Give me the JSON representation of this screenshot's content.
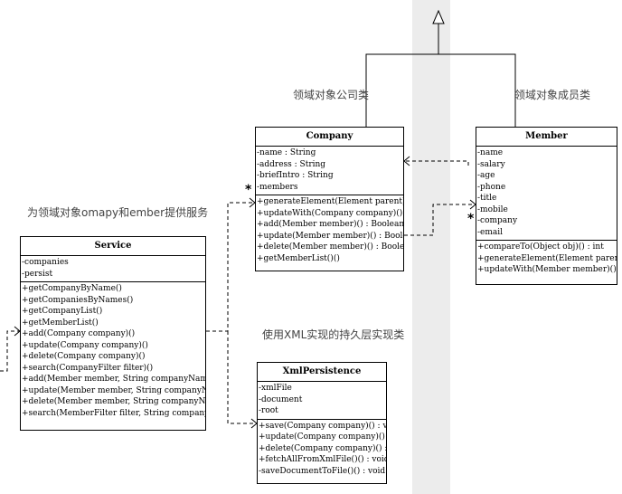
{
  "annotations": {
    "company_class_note": "领域对象公司类",
    "member_class_note": "领域对象成员类",
    "service_note": "为领域对象omapy和ember提供服务",
    "persistence_note": "使用XML实现的持久层实现类"
  },
  "multiplicities": {
    "company_members": "*",
    "member_company": "*"
  },
  "classes": {
    "company": {
      "name": "Company",
      "attributes": [
        "-name : String",
        "-address : String",
        "-briefIntro : String",
        "-members"
      ],
      "operations": [
        "+generateElement(Element parent)()",
        "+updateWith(Company company)() : void",
        "+add(Member member)() : Boolean",
        "+update(Member member)() : Boolean",
        "+delete(Member member)() : Boolean",
        "+getMemberList()()"
      ]
    },
    "member": {
      "name": "Member",
      "attributes": [
        "-name",
        "-salary",
        "-age",
        "-phone",
        "-title",
        "-mobile",
        "-company",
        "-email"
      ],
      "operations": [
        "+compareTo(Object obj)() : int",
        "+generateElement(Element parent)()",
        "+updateWith(Member member)() : void"
      ]
    },
    "service": {
      "name": "Service",
      "attributes": [
        "-companies",
        "-persist"
      ],
      "operations": [
        "+getCompanyByName()",
        "+getCompaniesByNames()",
        "+getCompanyList()",
        "+getMemberList()",
        "+add(Company company)()",
        "+update(Company company)()",
        "+delete(Company company)()",
        "+search(CompanyFilter filter)()",
        "+add(Member member, String companyName)()",
        "+update(Member member, String companyName)()",
        "+delete(Member member, String companyName)()",
        "+search(MemberFilter filter, String companyName)()"
      ]
    },
    "xml_persistence": {
      "name": "XmlPersistence",
      "attributes": [
        "-xmlFile",
        "-document",
        "-root"
      ],
      "operations": [
        "+save(Company company)() : void",
        "+update(Company company)() : void",
        "+delete(Company company)() : void",
        "+fetchAllFromXmlFile()() : void",
        "-saveDocumentToFile()() : void"
      ]
    }
  }
}
